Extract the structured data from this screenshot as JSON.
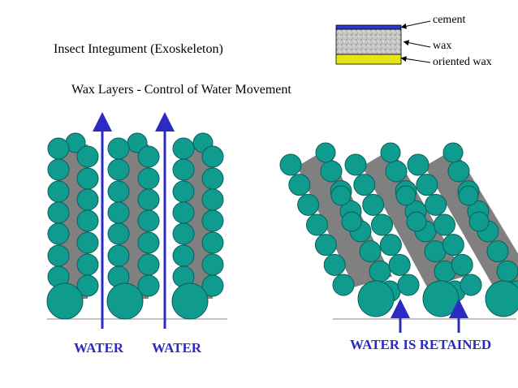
{
  "title": "Insect Integument (Exoskeleton)",
  "subtitle": "Wax Layers - Control of Water Movement",
  "legend": {
    "cement": "cement",
    "wax": "wax",
    "oriented_wax": "oriented wax"
  },
  "left_panel": {
    "water_label_1": "WATER",
    "water_label_2": "WATER"
  },
  "right_panel": {
    "retained_label": "WATER IS RETAINED"
  },
  "colors": {
    "teal": "#0f9b8e",
    "gray": "#808080",
    "blue": "#2b2bc4",
    "cement": "#2b3bd0",
    "oriented_wax": "#e6e612"
  }
}
